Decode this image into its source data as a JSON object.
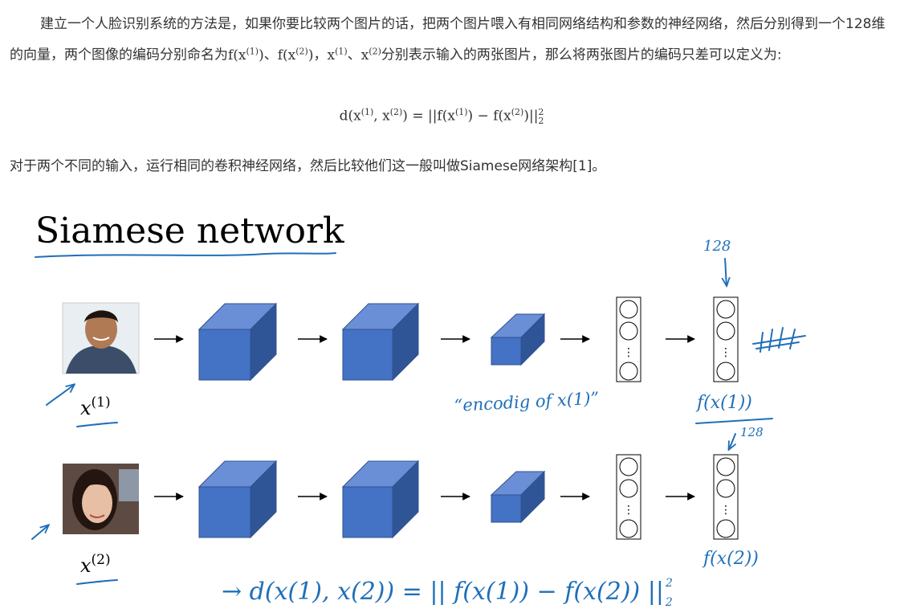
{
  "paragraph1": {
    "text_a": "建立一个人脸识别系统的方法是，如果你要比较两个图片的话，把两个图片喂入有相同网络结构和参数的神经网络，然后分别得到一个128维的向量，两个图像的编码分别命名为",
    "f1": "f(x",
    "sup1": "(1)",
    "close": ")",
    "sep1": "、",
    "f2": "f(x",
    "sup2": "(2)",
    "sep2": "，",
    "x1": "x",
    "x1sup": "(1)",
    "sep3": "、",
    "x2": "x",
    "x2sup": "(2)",
    "text_b": "分别表示输入的两张图片，那么将两张图片的编码只差可以定义为:"
  },
  "formula": {
    "lhs": "d(x",
    "lsup1": "(1)",
    "comma": ", x",
    "lsup2": "(2)",
    "mid": ") = ||f(x",
    "rsup1": "(1)",
    "minus": ") − f(x",
    "rsup2": "(2)",
    "end": ")||",
    "sq": "2",
    "sub": "2"
  },
  "paragraph2": "对于两个不同的输入，运行相同的卷积神经网络，然后比较他们这一般叫做Siamese网络架构[1]。",
  "figure": {
    "title": "Siamese network",
    "x_label": "x",
    "x1_sup": "(1)",
    "x2_sup": "(2)",
    "vdots": "⋮",
    "hw_128_top": "128",
    "hw_128_bottom": "128",
    "hw_encoding": "“encodig of x(1)”",
    "hw_fx1": "f(x(1))",
    "hw_fx2": "f(x(2))",
    "hw_distance": "→ d(x(1), x(2)) = || f(x(1)) − f(x(2)) ||",
    "hw_sq": "2",
    "hw_sub": "2"
  },
  "colors": {
    "cube": "#4472c4",
    "handwriting": "#1f6fb8",
    "text": "#333333"
  }
}
